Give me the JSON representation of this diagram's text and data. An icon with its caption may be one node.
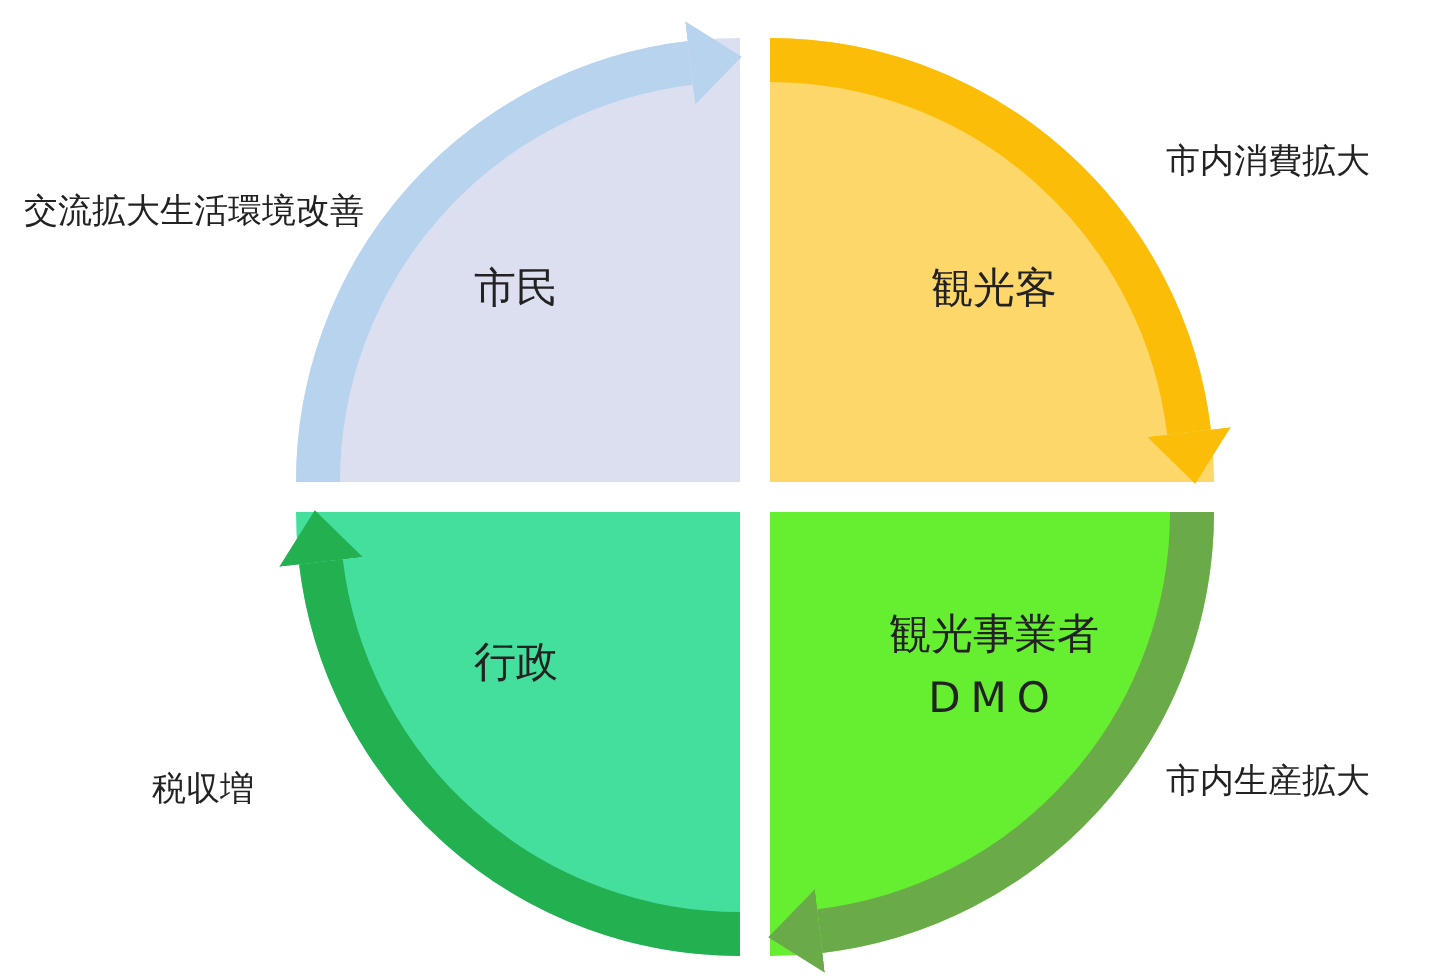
{
  "diagram": {
    "nodes": [
      {
        "text": [
          "市民"
        ]
      },
      {
        "text": [
          "観光客"
        ]
      },
      {
        "text": [
          "観光事業者",
          "DMO"
        ]
      },
      {
        "text": [
          "行政"
        ]
      }
    ],
    "edges": [
      {
        "from": 0,
        "to": 1,
        "arrow": "to",
        "label": "交流拡大生活環境改善",
        "color": "#b7d3ee"
      },
      {
        "from": 1,
        "to": 2,
        "arrow": "to",
        "label": "市内消費拡大",
        "color": "#fbbd08"
      },
      {
        "from": 2,
        "to": 3,
        "arrow": "to",
        "label": "市内生産拡大",
        "color": "#6aaa48"
      },
      {
        "from": 3,
        "to": 0,
        "arrow": "to",
        "label": "税収増",
        "color": "#22b050"
      }
    ]
  }
}
